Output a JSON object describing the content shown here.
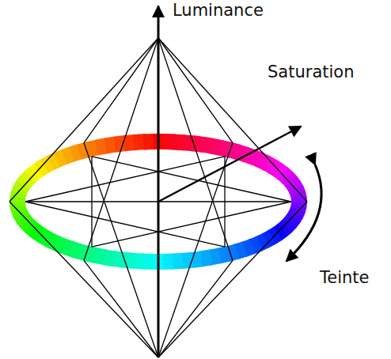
{
  "diagram": {
    "labels": [
      "Luminance",
      "Saturation",
      "Teinte"
    ]
  }
}
